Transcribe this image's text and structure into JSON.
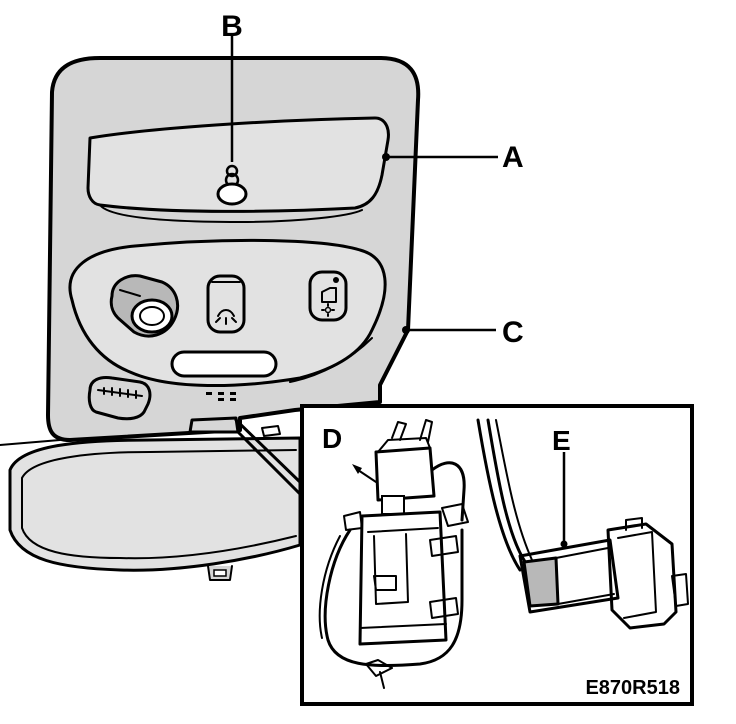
{
  "labels": {
    "a": "A",
    "b": "B",
    "c": "C",
    "d": "D",
    "e": "E"
  },
  "reference": "E870R518"
}
